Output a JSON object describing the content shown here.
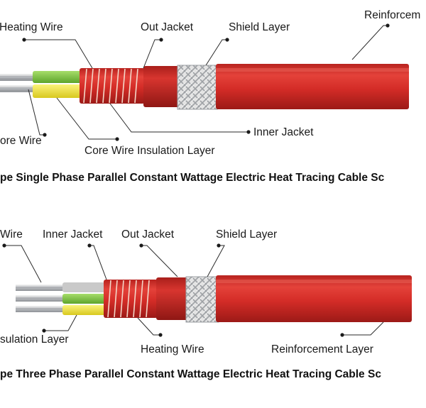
{
  "diagram_single": {
    "labels": {
      "heating_wire": "Heating Wire",
      "out_jacket": "Out Jacket",
      "shield_layer": "Shield Layer",
      "reinforcement": "Reinforcem",
      "inner_jacket": "Inner Jacket",
      "core_wire": "ore Wire",
      "core_wire_insulation": "Core Wire Insulation Layer"
    },
    "caption": "pe Single Phase Parallel Constant Wattage Electric Heat Tracing Cable Sc"
  },
  "diagram_three": {
    "labels": {
      "wire": "Wire",
      "inner_jacket": "Inner Jacket",
      "out_jacket": "Out Jacket",
      "shield_layer": "Shield Layer",
      "insulation_layer": "sulation Layer",
      "heating_wire": "Heating Wire",
      "reinforcement": "Reinforcement Layer"
    },
    "caption": "pe Three Phase Parallel Constant Wattage Electric Heat Tracing Cable Sc"
  },
  "colors": {
    "cable_red": "#d92f2a",
    "cable_dark_red": "#a81d1a",
    "braid_silver": "#d8d8d8",
    "core_green": "#7fc241",
    "core_yellow": "#f2e63a",
    "conductor_silver": "#c9ccd0"
  }
}
